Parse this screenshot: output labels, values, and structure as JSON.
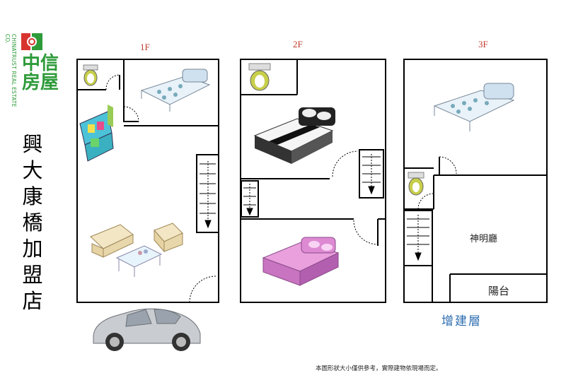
{
  "brand": {
    "name": "中信房屋",
    "english": "CHINATRUST REAL ESTATE CO."
  },
  "store_title": [
    "興",
    "大",
    "康",
    "橋",
    "加",
    "盟",
    "店"
  ],
  "floors": {
    "f1": "1F",
    "f2": "2F",
    "f3": "3F"
  },
  "rooms": {
    "shrine": "神明廳",
    "balcony": "陽台"
  },
  "extension_label": "增建層",
  "disclaimer": "本圖形狀大小僅供參考，實際建物依現場而定。",
  "colors": {
    "brand_green": "#2e9b3a",
    "brand_red": "#d8332f",
    "floor_label": "#c0392b",
    "extension": "#2b6cb0"
  }
}
